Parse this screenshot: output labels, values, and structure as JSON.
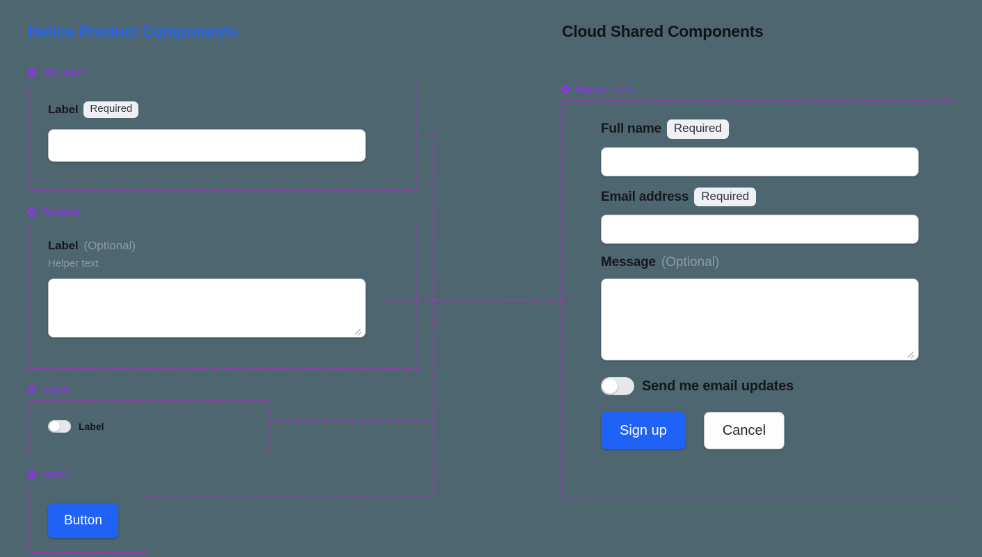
{
  "canvas": {
    "background": "#4d6670",
    "connector_color": "#c026d3",
    "accent_blue": "#2563eb",
    "accent_purple": "#9333ea",
    "primary_button": "#1f62f5"
  },
  "left_column": {
    "title": "Helios Product Components",
    "sections": [
      {
        "icon": "diamond-icon",
        "name": "Text Input",
        "field": {
          "label": "Label",
          "badge": "Required"
        }
      },
      {
        "icon": "diamond-icon",
        "name": "Textarea",
        "field": {
          "label": "Label",
          "optional": "(Optional)",
          "helper": "Helper text"
        }
      },
      {
        "icon": "diamond-icon",
        "name": "Toggle",
        "field": {
          "label": "Label",
          "state": "off"
        }
      },
      {
        "icon": "diamond-icon",
        "name": "Button",
        "field": {
          "label": "Button"
        }
      }
    ]
  },
  "right_column": {
    "title": "Cloud Shared Components",
    "sections": [
      {
        "icon": "diamond-icon",
        "name": "Signup Form",
        "fields": {
          "full_name": {
            "label": "Full name",
            "badge": "Required",
            "value": ""
          },
          "email": {
            "label": "Email address",
            "badge": "Required",
            "value": ""
          },
          "message": {
            "label": "Message",
            "optional": "(Optional)",
            "value": ""
          },
          "updates_toggle": {
            "label": "Send me email updates",
            "state": "off"
          }
        },
        "actions": {
          "primary": "Sign up",
          "secondary": "Cancel"
        }
      }
    ]
  }
}
